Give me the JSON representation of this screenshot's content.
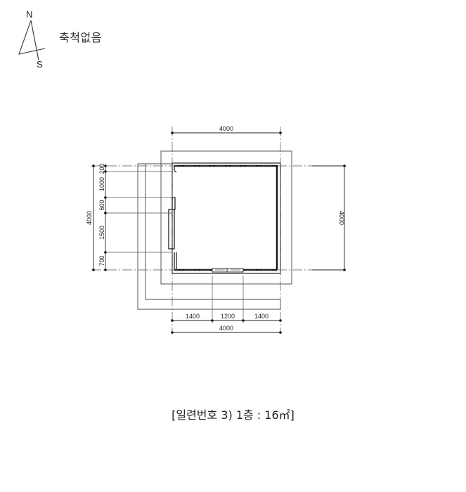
{
  "north_arrow": {
    "north_label": "N",
    "south_label": "S"
  },
  "scale_note": "축척없음",
  "caption": "[일련번호 3) 1층 : 16㎡]",
  "plan": {
    "dimensions": {
      "top_total": "4000",
      "right_total": "4000",
      "left_total": "4000",
      "left_segments": [
        "200",
        "1000",
        "600",
        "1500",
        "700"
      ],
      "bottom_segments": [
        "1400",
        "1200",
        "1400"
      ],
      "bottom_total": "4000"
    },
    "colors": {
      "line": "#333333",
      "wall": "#222222",
      "dashed": "#666666"
    }
  }
}
